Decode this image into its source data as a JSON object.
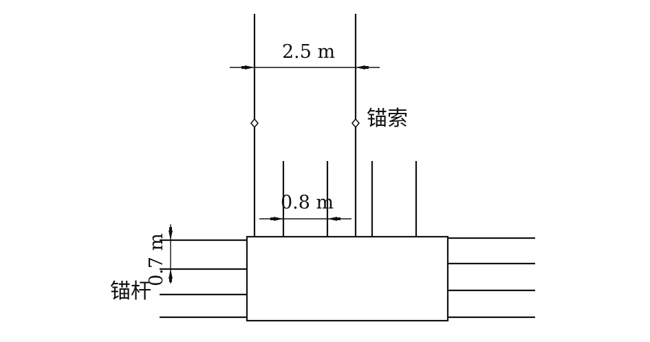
{
  "labels": {
    "cable_spacing": "2.5 m",
    "bolt_spacing": "0.8 m",
    "bolt_row_spacing": "0.7 m",
    "anchor_cable": "锚索",
    "anchor_bolt": "锚杆"
  },
  "colors": {
    "stroke": "#111111",
    "background": "#ffffff"
  }
}
